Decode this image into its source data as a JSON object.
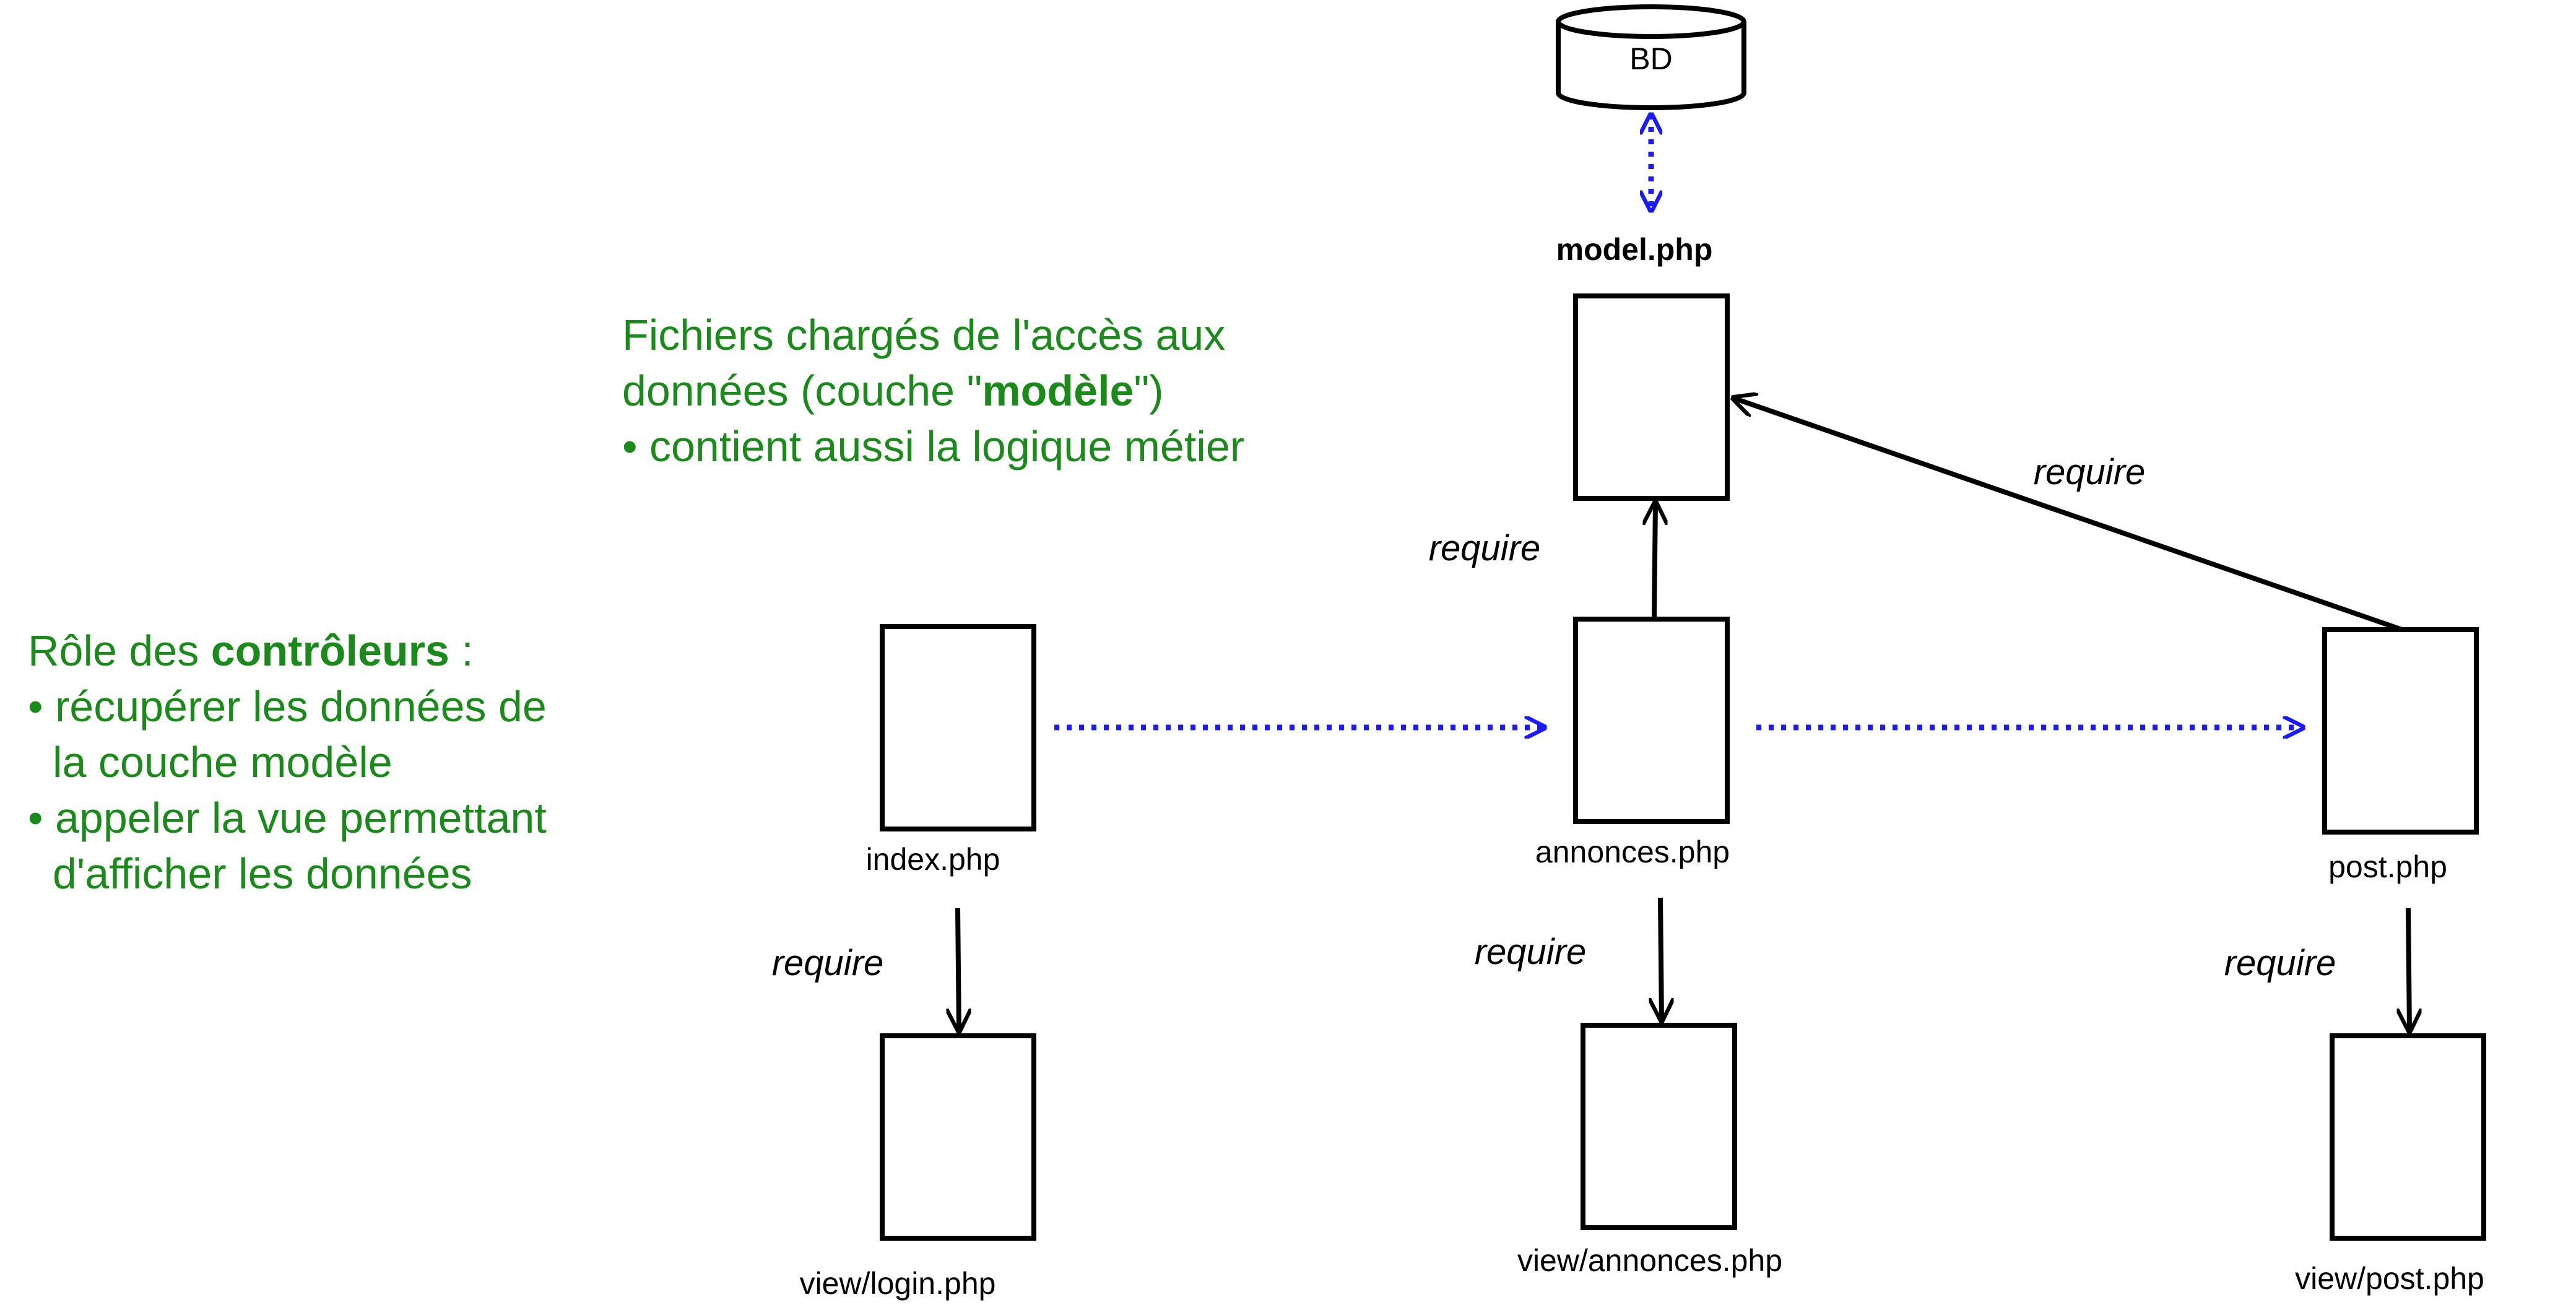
{
  "colors": {
    "note_green": "#1a8a1a",
    "dotted_blue": "#1a1aff",
    "box_stroke": "#000000"
  },
  "database": {
    "label": "BD"
  },
  "nodes": {
    "model": {
      "label": "model.php"
    },
    "index": {
      "label": "index.php"
    },
    "annonces": {
      "label": "annonces.php"
    },
    "post": {
      "label": "post.php"
    },
    "view_login": {
      "label": "view/login.php"
    },
    "view_annonces": {
      "label": "view/annonces.php"
    },
    "view_post": {
      "label": "view/post.php"
    }
  },
  "edges": {
    "annonces_to_model": "require",
    "post_to_model": "require",
    "index_to_view": "require",
    "annonces_to_view": "require",
    "post_to_view": "require"
  },
  "notes": {
    "model_note": {
      "line1": "Fichiers chargés de l'accès aux",
      "line2_prefix": "données (couche \"",
      "line2_bold": "modèle",
      "line2_suffix": "\")",
      "line3": "• contient aussi la logique métier"
    },
    "controller_note": {
      "line1_prefix": "Rôle des ",
      "line1_bold": "contrôleurs",
      "line1_suffix": " :",
      "line2": "• récupérer les données de",
      "line3": "la couche modèle",
      "line4": "• appeler la vue permettant",
      "line5": "d'afficher les données"
    }
  }
}
